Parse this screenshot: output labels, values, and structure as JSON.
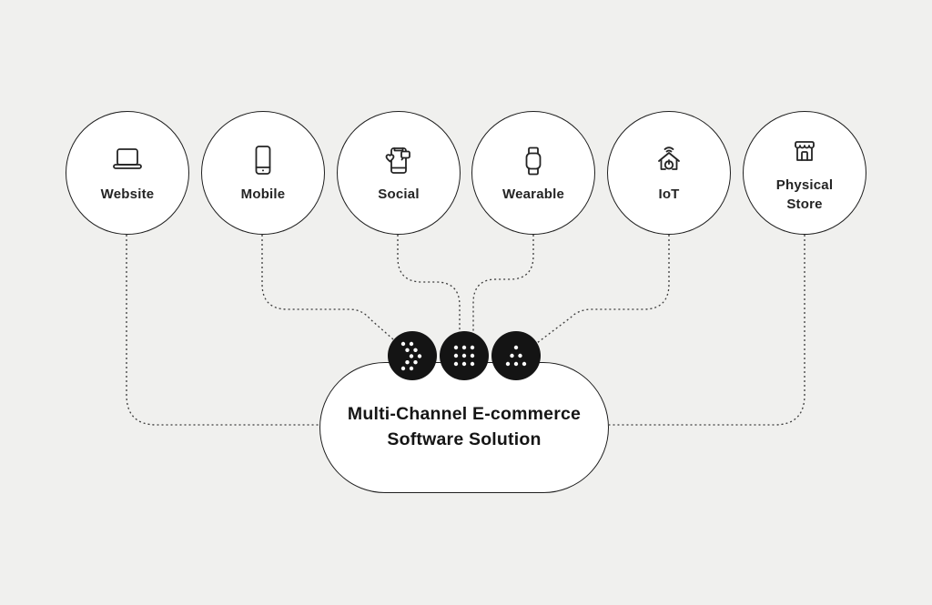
{
  "diagram": {
    "title": "Multi-Channel E-commerce diagram",
    "channels": [
      {
        "label": "Website",
        "icon": "laptop-icon"
      },
      {
        "label": "Mobile",
        "icon": "smartphone-icon"
      },
      {
        "label": "Social",
        "icon": "social-phone-icon"
      },
      {
        "label": "Wearable",
        "icon": "smartwatch-icon"
      },
      {
        "label": "IoT",
        "icon": "smart-home-icon"
      },
      {
        "label": "Physical Store",
        "icon": "storefront-icon"
      }
    ],
    "hub": {
      "title_line1": "Multi-Channel E-commerce",
      "title_line2": "Software Solution",
      "badges": [
        "dotted-arrow-icon",
        "dot-grid-icon",
        "dot-triangle-icon"
      ]
    },
    "colors": {
      "background": "#F0F0EE",
      "node_fill": "#FFFFFF",
      "stroke": "#1F1F1F",
      "badge_fill": "#141414",
      "connector": "#3B3B3B"
    }
  }
}
